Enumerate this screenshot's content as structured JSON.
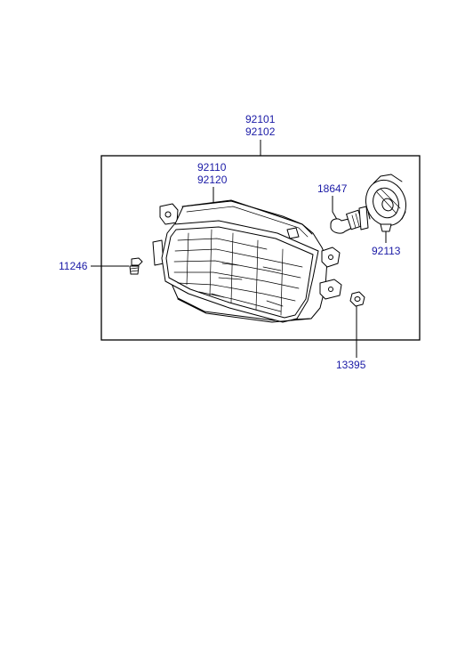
{
  "part_labels": {
    "assembly_upper": "92101",
    "assembly_lower": "92102",
    "lens_upper": "92110",
    "lens_lower": "92120",
    "bulb": "18647",
    "socket": "92113",
    "screw": "11246",
    "nut": "13395"
  },
  "colors": {
    "label": "#1a1aa6",
    "line": "#000000",
    "background": "#ffffff"
  }
}
